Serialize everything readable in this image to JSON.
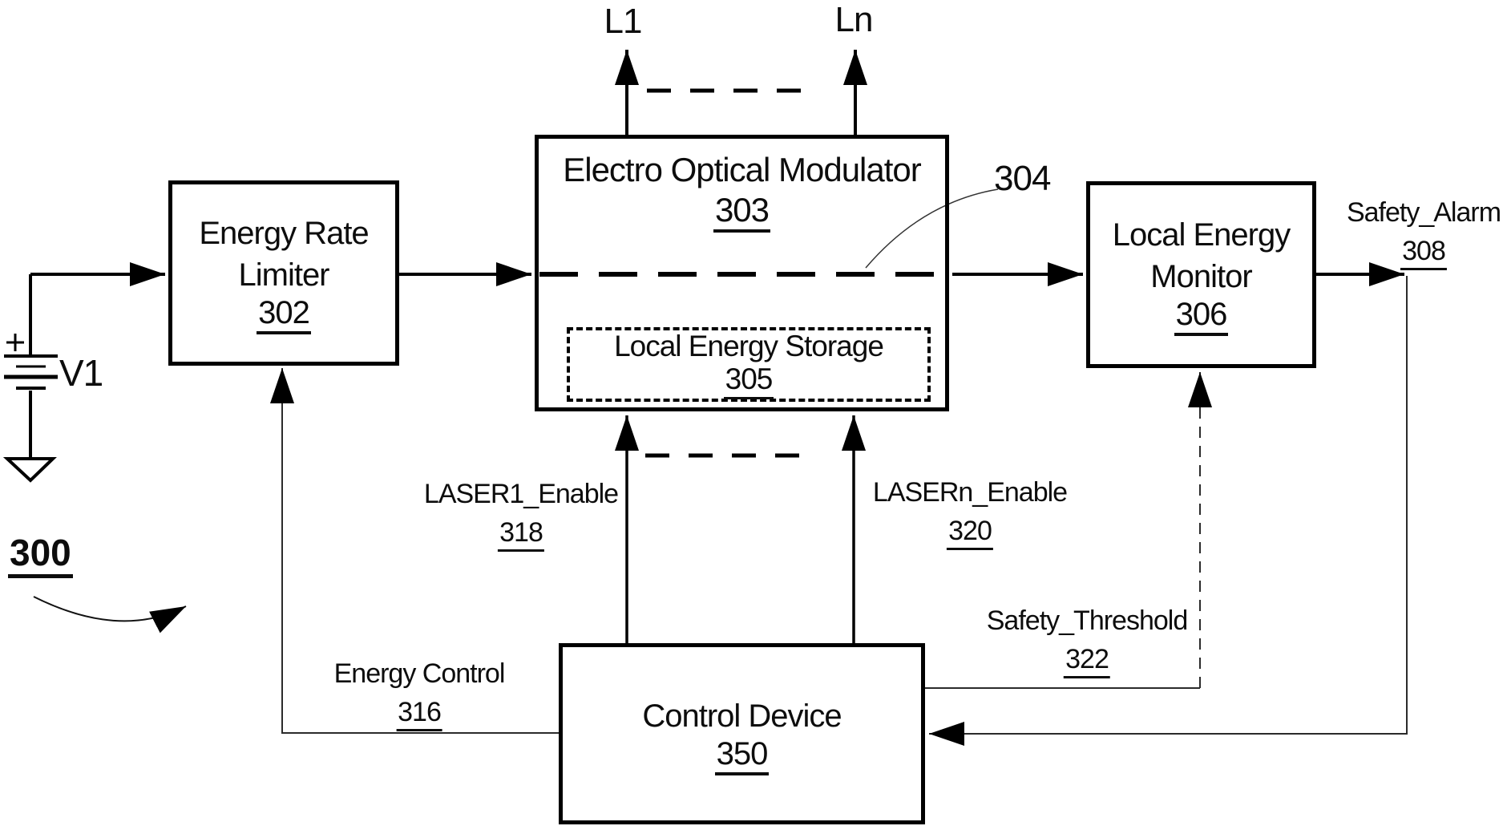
{
  "figure": {
    "ref": "300"
  },
  "source": {
    "label": "V1"
  },
  "outputs": {
    "l1": "L1",
    "ln": "Ln"
  },
  "callout": {
    "ref": "304"
  },
  "boxes": {
    "energy_rate_limiter": {
      "line1": "Energy Rate",
      "line2": "Limiter",
      "ref": "302"
    },
    "electro_optical_modulator": {
      "title": "Electro Optical Modulator",
      "ref": "303"
    },
    "local_energy_storage": {
      "title": "Local Energy Storage",
      "ref": "305"
    },
    "local_energy_monitor": {
      "line1": "Local Energy",
      "line2": "Monitor",
      "ref": "306"
    },
    "control_device": {
      "title": "Control Device",
      "ref": "350"
    }
  },
  "signals": {
    "laser1_enable": {
      "label": "LASER1_Enable",
      "ref": "318"
    },
    "lasern_enable": {
      "label": "LASERn_Enable",
      "ref": "320"
    },
    "energy_control": {
      "label": "Energy Control",
      "ref": "316"
    },
    "safety_threshold": {
      "label": "Safety_Threshold",
      "ref": "322"
    },
    "safety_alarm": {
      "label": "Safety_Alarm",
      "ref": "308"
    }
  }
}
